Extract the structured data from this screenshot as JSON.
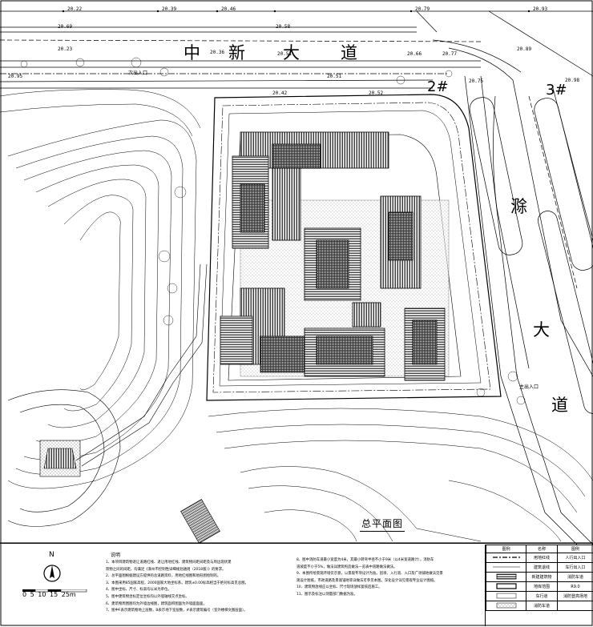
{
  "roads": {
    "zhongxin": [
      "中",
      "新",
      "大",
      "道"
    ],
    "chu": [
      "滁",
      "大",
      "道"
    ]
  },
  "gate_labels": [
    "2#",
    "3#"
  ],
  "entrance_labels": [
    "次出入口",
    "主出入口"
  ],
  "elevations": [
    "20.22",
    "20.39",
    "20.46",
    "20.79",
    "20.69",
    "20.58",
    "20.23",
    "20.36",
    "20.66",
    "20.77",
    "20.51",
    "20.51",
    "20.75",
    "20.89",
    "20.93",
    "20.42",
    "20.98",
    "20.95",
    "20.52"
  ],
  "plan_title": "总平面图",
  "north": {
    "label": "N"
  },
  "scale": {
    "ticks": [
      "0",
      "5",
      "10",
      "15",
      "25m"
    ]
  },
  "notes": {
    "title": "说明",
    "left": [
      "1、本项目建筑物退让道路红线、退让用地红线、建筑物间距间距及与周边现状建",
      "筑物之间的间距，均满足《滁州市控制性详细规划通则（2018版）》的要求。",
      "2、总平面图根据建设方提供的总道路资料，用地红线图和地形图绘制的。",
      "3、本图采用85国家高程，2000国家大地坐标系。建筑±0.00标高相当于绝对标高见总图。",
      "4、图中坐标、尺寸、标高均以米为单位。",
      "5、图中建筑物坐标定位坐标均以外墙轴线交点坐标。",
      "6、建筑物周围图均为外墙边线图，建筑面积图面为外墙面面面。",
      "7、图中F表示建筑物地上层数，B表示地下室层数，#表示建筑编号（室外楼梯文图层面）。"
    ],
    "right": [
      "8、图中消防车道最小宽度为4米，其最小转弯半径不小于9米（以4米宽道路计），消防车",
      "道坡度不小于5%，做法详建筑构造做法一览表中道路做法做法。",
      "9、本图所绘景观环境仅示意，以景观专项设计为准。因坝、入行道、入口及广场铺地做法见景",
      "观设计图纸，市政道路及景观铺地等详做法可参见本图。深化设计详见景观专业设计图纸。",
      "10、建筑物放线应以坐标、尺寸现场放样复核后施工。",
      "11、图示及标注以测量部门数据为准。"
    ]
  },
  "legend": {
    "header": [
      "图例",
      "名称",
      "图例"
    ],
    "rows": [
      [
        "用地红线",
        "人行出入口"
      ],
      [
        "建筑退线",
        "车行出入口"
      ],
      [
        "新建建筑物",
        "消防车道"
      ],
      [
        "地库范围",
        "R9.0"
      ],
      [
        "车行道",
        "消防登高场地"
      ],
      [
        "消防车道",
        ""
      ]
    ]
  }
}
